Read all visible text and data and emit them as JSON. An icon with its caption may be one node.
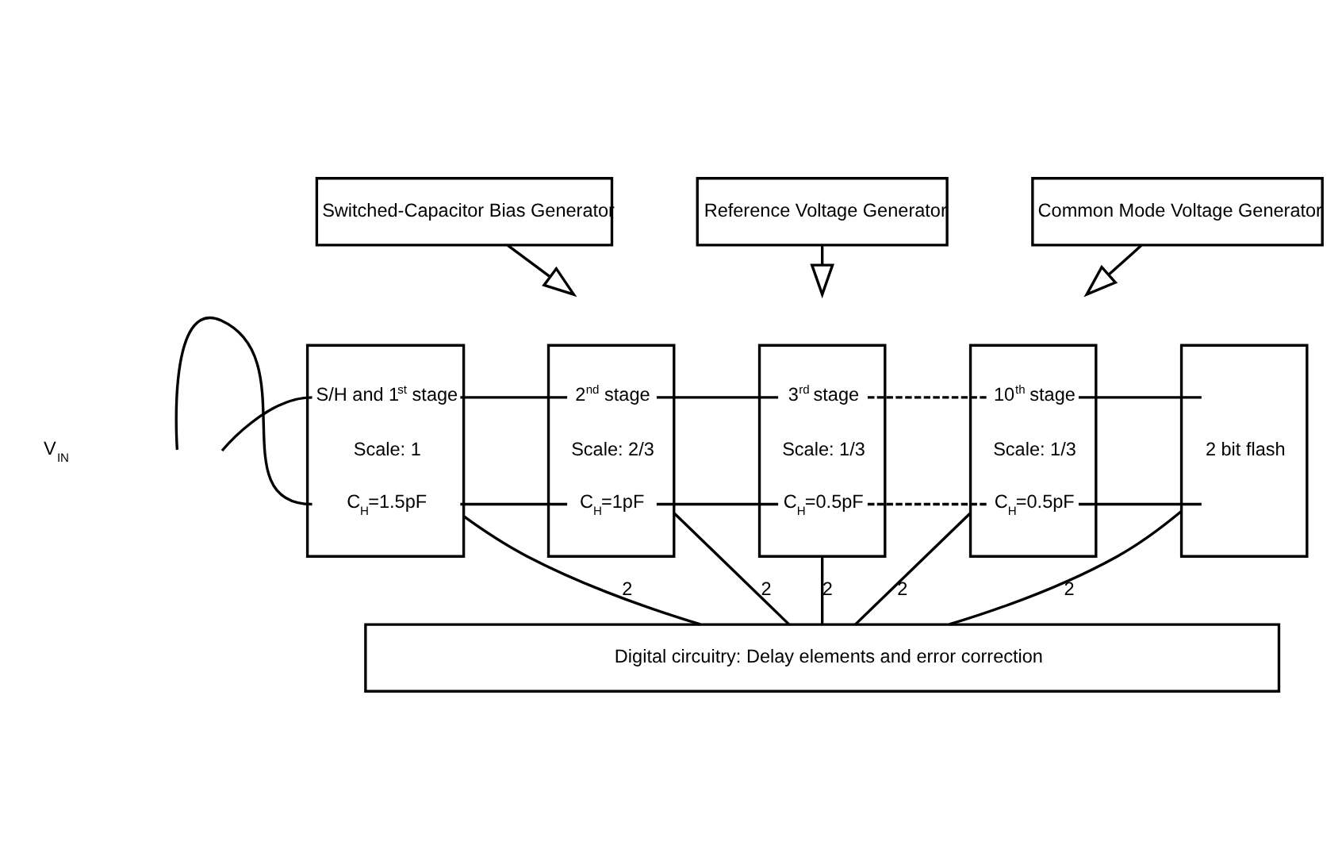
{
  "diagram": {
    "nodes": [
      {
        "text": [
          "Switched-Capacitor Bias Generator"
        ]
      },
      {
        "text": [
          "Reference Voltage Generator"
        ]
      },
      {
        "text": [
          "Common Mode Voltage Generator"
        ]
      },
      {
        "text": [
          "S/H and 1$^{st}$ stage",
          "Scale: 1",
          "C$_{H}$=1.5pF"
        ]
      },
      {
        "text": [
          "2$^{nd}$ stage",
          "Scale: 2/3",
          "C$_{H}$=1pF"
        ]
      },
      {
        "text": [
          "3$^{rd}$ stage",
          "Scale: 1/3",
          "C$_{H}$=0.5pF"
        ]
      },
      {
        "text": [
          "10$^{th}$ stage",
          "Scale: 1/3",
          "C$_{H}$=0.5pF"
        ]
      },
      {
        "text": [
          "2 bit flash"
        ]
      },
      {
        "text": [
          "Digital circuitry: Delay elements and error correction"
        ]
      }
    ],
    "edges": [
      {
        "from": 0,
        "to": null,
        "arrow": "to"
      },
      {
        "from": 1,
        "to": null,
        "arrow": "to"
      },
      {
        "from": 2,
        "to": null,
        "arrow": "to"
      },
      {
        "from": null,
        "to": 3,
        "arrow": "none"
      },
      {
        "from": null,
        "to": 3,
        "arrow": "none"
      },
      {
        "from": 3,
        "to": 4,
        "arrow": "none"
      },
      {
        "from": 3,
        "to": 4,
        "arrow": "none"
      },
      {
        "from": 4,
        "to": 5,
        "arrow": "none"
      },
      {
        "from": 4,
        "to": 5,
        "arrow": "none"
      },
      {
        "from": 5,
        "to": 6,
        "arrow": "none",
        "style": "dashed"
      },
      {
        "from": 5,
        "to": 6,
        "arrow": "none",
        "style": "dashed"
      },
      {
        "from": 6,
        "to": 7,
        "arrow": "none"
      },
      {
        "from": 6,
        "to": 7,
        "arrow": "none"
      },
      {
        "from": 3,
        "to": 8,
        "arrow": "none",
        "label": "2"
      },
      {
        "from": 4,
        "to": 8,
        "arrow": "none",
        "label": "2"
      },
      {
        "from": 5,
        "to": 8,
        "arrow": "none",
        "label": "2"
      },
      {
        "from": 6,
        "to": 8,
        "arrow": "none",
        "label": "2"
      },
      {
        "from": 7,
        "to": 8,
        "arrow": "none",
        "label": "2"
      }
    ],
    "labels": [
      "V$_{IN}$"
    ]
  }
}
